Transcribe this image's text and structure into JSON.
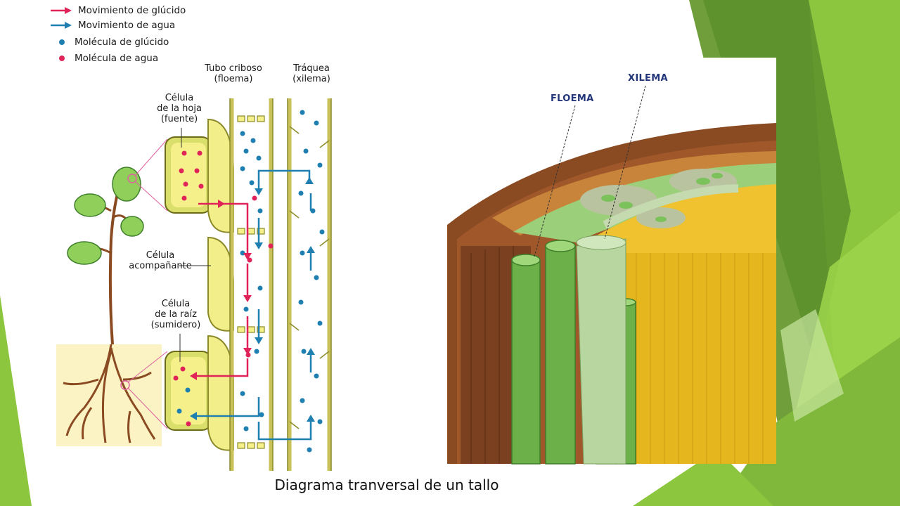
{
  "legend": {
    "items": [
      {
        "label": "Movimiento de glúcido",
        "kind": "arrow",
        "color": "#e0245a"
      },
      {
        "label": "Movimiento de agua",
        "kind": "arrow",
        "color": "#1f7fb0"
      },
      {
        "label": "Molécula de glúcido",
        "kind": "dot",
        "color": "#1f7fb0"
      },
      {
        "label": "Molécula de agua",
        "kind": "dot",
        "color": "#e0245a"
      }
    ]
  },
  "labels": {
    "tubo_criboso": "Tubo criboso\n(floema)",
    "traquea": "Tráquea\n(xilema)",
    "celula_hoja": "Célula\nde la hoja\n(fuente)",
    "celula_acompanante": "Célula\nacompañante",
    "celula_raiz": "Célula\nde la raíz\n(sumidero)"
  },
  "stem": {
    "floema": "FLOEMA",
    "xilema": "XILEMA"
  },
  "caption": "Diagrama tranversal de un tallo",
  "colors": {
    "green_accent": "#8cc63f",
    "dark_green": "#5a9a2e",
    "sugar": "#e0245a",
    "water": "#1f7fb0",
    "cell_yellow": "#f5f08a",
    "bark": "#8a4a22"
  }
}
